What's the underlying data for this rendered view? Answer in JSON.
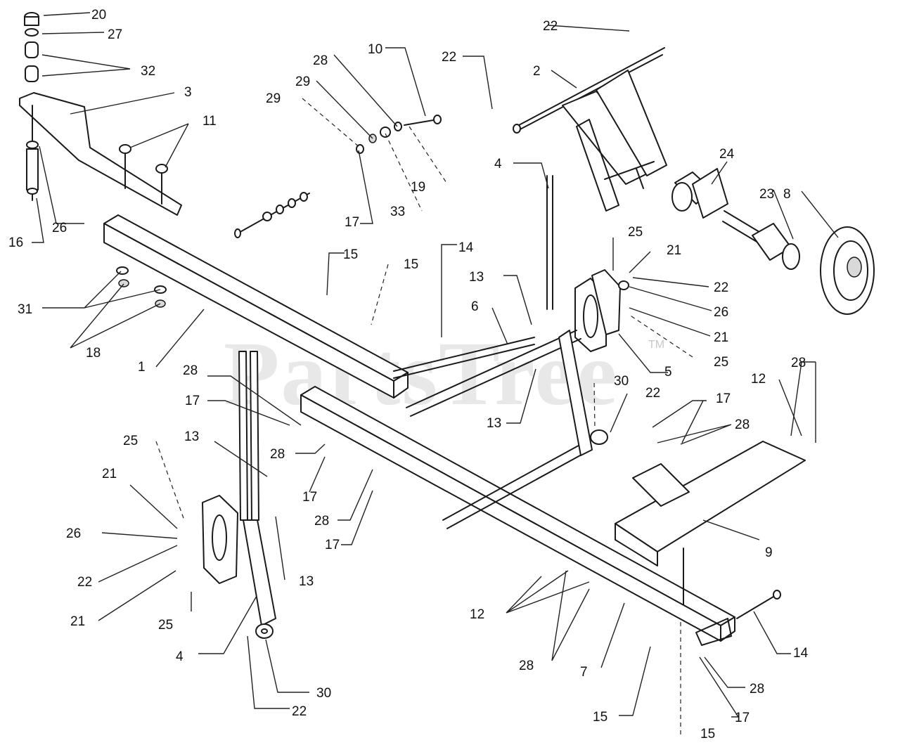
{
  "watermark": {
    "text": "PartsTree",
    "tm": "TM"
  },
  "callouts": [
    {
      "id": "c01",
      "text": "20"
    },
    {
      "id": "c02",
      "text": "27"
    },
    {
      "id": "c03",
      "text": "32"
    },
    {
      "id": "c04",
      "text": "3"
    },
    {
      "id": "c05",
      "text": "11"
    },
    {
      "id": "c06",
      "text": "26"
    },
    {
      "id": "c07",
      "text": "16"
    },
    {
      "id": "c08",
      "text": "31"
    },
    {
      "id": "c09",
      "text": "18"
    },
    {
      "id": "c10",
      "text": "1"
    },
    {
      "id": "c11",
      "text": "28"
    },
    {
      "id": "c12",
      "text": "29"
    },
    {
      "id": "c13",
      "text": "10"
    },
    {
      "id": "c14",
      "text": "29"
    },
    {
      "id": "c15",
      "text": "19"
    },
    {
      "id": "c16",
      "text": "17"
    },
    {
      "id": "c17",
      "text": "33"
    },
    {
      "id": "c18",
      "text": "22"
    },
    {
      "id": "c19",
      "text": "22"
    },
    {
      "id": "c20",
      "text": "2"
    },
    {
      "id": "c21",
      "text": "4"
    },
    {
      "id": "c22",
      "text": "24"
    },
    {
      "id": "c23",
      "text": "23"
    },
    {
      "id": "c24",
      "text": "8"
    },
    {
      "id": "c25",
      "text": "15"
    },
    {
      "id": "c26",
      "text": "15"
    },
    {
      "id": "c27",
      "text": "14"
    },
    {
      "id": "c28",
      "text": "13"
    },
    {
      "id": "c29",
      "text": "6"
    },
    {
      "id": "c30",
      "text": "25"
    },
    {
      "id": "c31",
      "text": "21"
    },
    {
      "id": "c32",
      "text": "22"
    },
    {
      "id": "c33",
      "text": "26"
    },
    {
      "id": "c34",
      "text": "21"
    },
    {
      "id": "c35",
      "text": "25"
    },
    {
      "id": "c36",
      "text": "5"
    },
    {
      "id": "c37",
      "text": "28"
    },
    {
      "id": "c38",
      "text": "17"
    },
    {
      "id": "c39",
      "text": "13"
    },
    {
      "id": "c40",
      "text": "30"
    },
    {
      "id": "c41",
      "text": "22"
    },
    {
      "id": "c42",
      "text": "17"
    },
    {
      "id": "c43",
      "text": "28"
    },
    {
      "id": "c44",
      "text": "12"
    },
    {
      "id": "c45",
      "text": "28"
    },
    {
      "id": "c46",
      "text": "25"
    },
    {
      "id": "c47",
      "text": "13"
    },
    {
      "id": "c48",
      "text": "28"
    },
    {
      "id": "c49",
      "text": "21"
    },
    {
      "id": "c50",
      "text": "17"
    },
    {
      "id": "c51",
      "text": "26"
    },
    {
      "id": "c52",
      "text": "28"
    },
    {
      "id": "c53",
      "text": "17"
    },
    {
      "id": "c54",
      "text": "22"
    },
    {
      "id": "c55",
      "text": "13"
    },
    {
      "id": "c56",
      "text": "9"
    },
    {
      "id": "c57",
      "text": "21"
    },
    {
      "id": "c58",
      "text": "25"
    },
    {
      "id": "c59",
      "text": "12"
    },
    {
      "id": "c60",
      "text": "4"
    },
    {
      "id": "c61",
      "text": "28"
    },
    {
      "id": "c62",
      "text": "7"
    },
    {
      "id": "c63",
      "text": "14"
    },
    {
      "id": "c64",
      "text": "30"
    },
    {
      "id": "c65",
      "text": "28"
    },
    {
      "id": "c66",
      "text": "22"
    },
    {
      "id": "c67",
      "text": "15"
    },
    {
      "id": "c68",
      "text": "17"
    },
    {
      "id": "c69",
      "text": "15"
    }
  ]
}
